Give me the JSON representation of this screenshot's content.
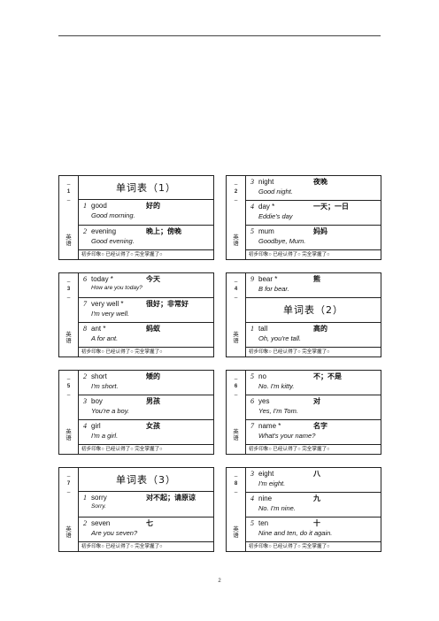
{
  "page_number": "2",
  "spine_subject": [
    "英",
    "语"
  ],
  "footer": "初步印象○ 已经认得了○ 完全掌握了○",
  "cards": [
    {
      "id": "1",
      "num_label": "1",
      "rows": [
        {
          "kind": "title",
          "text": "单词表（1）"
        },
        {
          "kind": "entry",
          "n": "1",
          "w": "good",
          "m": "好的",
          "ex": "Good morning."
        },
        {
          "kind": "entry",
          "n": "2",
          "w": "evening",
          "m": "晚上；傍晚",
          "ex": "Good evening."
        }
      ]
    },
    {
      "id": "2",
      "num_label": "2",
      "rows": [
        {
          "kind": "entry",
          "n": "3",
          "w": "night",
          "m": "夜晚",
          "ex": "Good night."
        },
        {
          "kind": "entry",
          "n": "4",
          "w": "day *",
          "m": "一天；一日",
          "ex": "Eddie's day"
        },
        {
          "kind": "entry",
          "n": "5",
          "w": "mum",
          "m": "妈妈",
          "ex": "Goodbye, Mum."
        }
      ]
    },
    {
      "id": "3",
      "num_label": "3",
      "rows": [
        {
          "kind": "entry",
          "n": "6",
          "w": "today *",
          "m": "今天",
          "ex": "How are you today?",
          "small": true
        },
        {
          "kind": "entry",
          "n": "7",
          "w": "very well *",
          "m": "很好；非常好",
          "ex": "I'm very well."
        },
        {
          "kind": "entry",
          "n": "8",
          "w": "ant *",
          "m": "蚂蚁",
          "ex": "A for ant."
        }
      ]
    },
    {
      "id": "4",
      "num_label": "4",
      "rows": [
        {
          "kind": "entry",
          "n": "9",
          "w": "bear *",
          "m": "熊",
          "ex": "B for bear."
        },
        {
          "kind": "title",
          "text": "单词表（2）"
        },
        {
          "kind": "entry",
          "n": "1",
          "w": "tall",
          "m": "高的",
          "ex": "Oh, you're tall."
        }
      ]
    },
    {
      "id": "5",
      "num_label": "5",
      "rows": [
        {
          "kind": "entry",
          "n": "2",
          "w": "short",
          "m": "矮的",
          "ex": "I'm short."
        },
        {
          "kind": "entry",
          "n": "3",
          "w": "boy",
          "m": "男孩",
          "ex": "You're a boy."
        },
        {
          "kind": "entry",
          "n": "4",
          "w": "girl",
          "m": "女孩",
          "ex": "I'm a girl."
        }
      ]
    },
    {
      "id": "6",
      "num_label": "6",
      "rows": [
        {
          "kind": "entry",
          "n": "5",
          "w": "no",
          "m": "不；不是",
          "ex": "No. I'm kitty."
        },
        {
          "kind": "entry",
          "n": "6",
          "w": "yes",
          "m": "对",
          "ex": "Yes, I'm Tom."
        },
        {
          "kind": "entry",
          "n": "7",
          "w": "name *",
          "m": "名字",
          "ex": "What's your name?"
        }
      ]
    },
    {
      "id": "7",
      "num_label": "7",
      "rows": [
        {
          "kind": "title",
          "text": "单词表（3）"
        },
        {
          "kind": "entry",
          "n": "1",
          "w": "sorry",
          "m": "对不起；请原谅",
          "ex": "Sorry.",
          "small": true
        },
        {
          "kind": "entry",
          "n": "2",
          "w": "seven",
          "m": "七",
          "ex": "Are you seven?"
        }
      ]
    },
    {
      "id": "8",
      "num_label": "8",
      "rows": [
        {
          "kind": "entry",
          "n": "3",
          "w": "eight",
          "m": "八",
          "ex": "I'm eight."
        },
        {
          "kind": "entry",
          "n": "4",
          "w": "nine",
          "m": "九",
          "ex": "No. I'm nine."
        },
        {
          "kind": "entry",
          "n": "5",
          "w": "ten",
          "m": "十",
          "ex": "Nine and ten, do it again."
        }
      ]
    }
  ]
}
